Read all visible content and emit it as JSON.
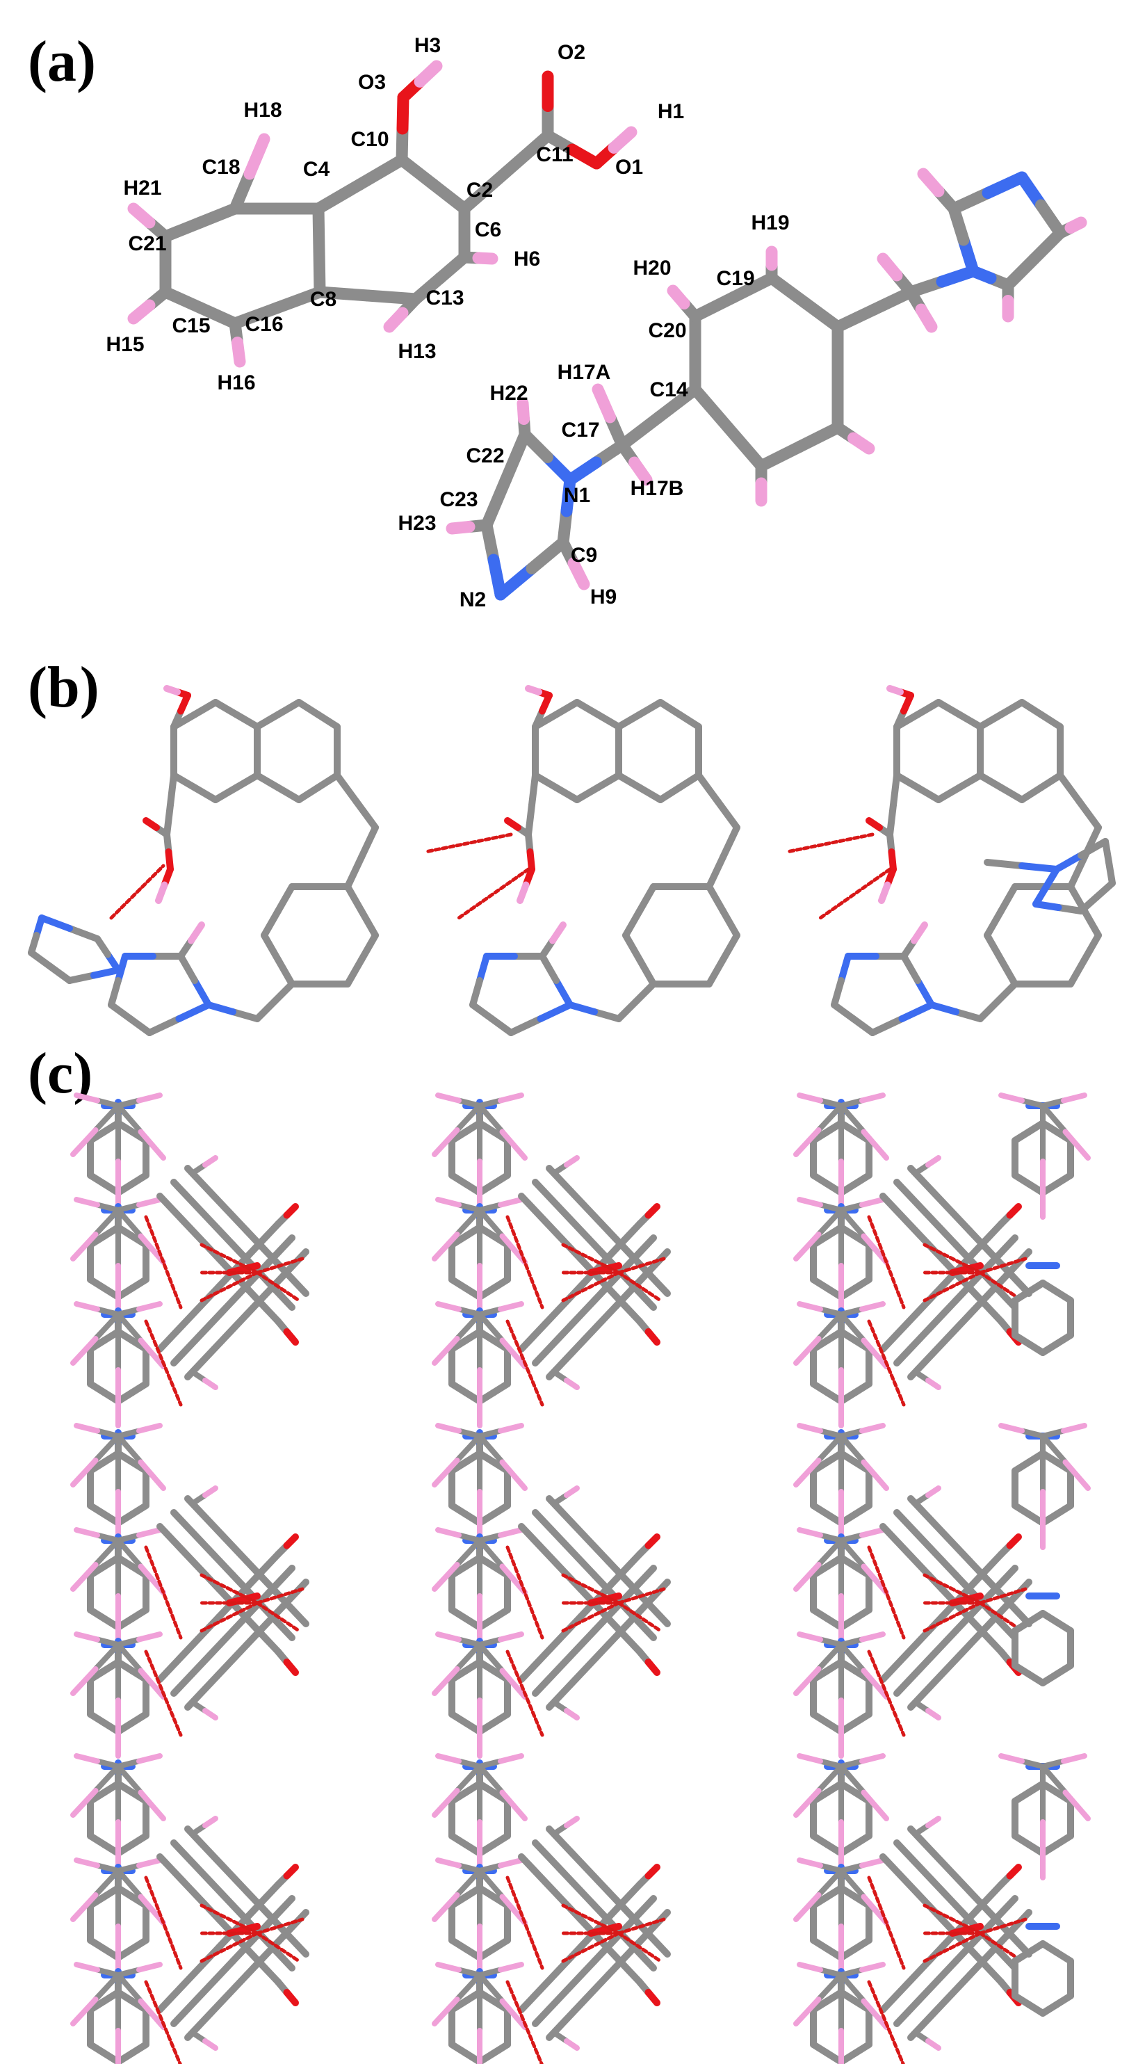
{
  "panels": {
    "a": {
      "label": "(a)"
    },
    "b": {
      "label": "(b)"
    },
    "c": {
      "label": "(c)"
    }
  },
  "atom_labels": {
    "O3": "O3",
    "H3": "H3",
    "O2": "O2",
    "H1": "H1",
    "O1": "O1",
    "C10": "C10",
    "C11": "C11",
    "H18": "H18",
    "C18": "C18",
    "C4": "C4",
    "C2": "C2",
    "H21": "H21",
    "C21": "C21",
    "C6": "C6",
    "H6": "H6",
    "C15": "C15",
    "C16": "C16",
    "C8": "C8",
    "C13": "C13",
    "H15": "H15",
    "H16": "H16",
    "H13": "H13",
    "H19": "H19",
    "H20": "H20",
    "C19": "C19",
    "C20": "C20",
    "H17A": "H17A",
    "C14": "C14",
    "H22": "H22",
    "C17": "C17",
    "C22": "C22",
    "N1": "N1",
    "H17B": "H17B",
    "H23": "H23",
    "C23": "C23",
    "C9": "C9",
    "N2": "N2",
    "H9": "H9"
  },
  "colors": {
    "carbon": "#8c8c8c",
    "carbon_dark": "#6e6e6e",
    "oxygen": "#e8141b",
    "nitrogen": "#3c6cf0",
    "hydrogen": "#f0a0d8",
    "hbond": "#d81818"
  }
}
